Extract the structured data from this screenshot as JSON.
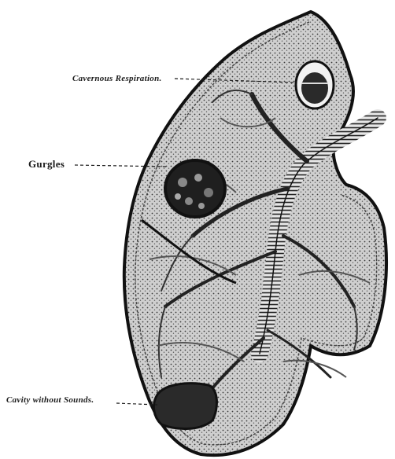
{
  "labels": {
    "cavernous_respiration": "Cavernous Respiration.",
    "gurgles": "Gurgles",
    "cavity_without_sounds": "Cavity without Sounds."
  },
  "colors": {
    "ink": "#1a1a1a",
    "tissue": "#d9d9d9",
    "cavity": "#2a2a2a",
    "background": "#ffffff"
  }
}
